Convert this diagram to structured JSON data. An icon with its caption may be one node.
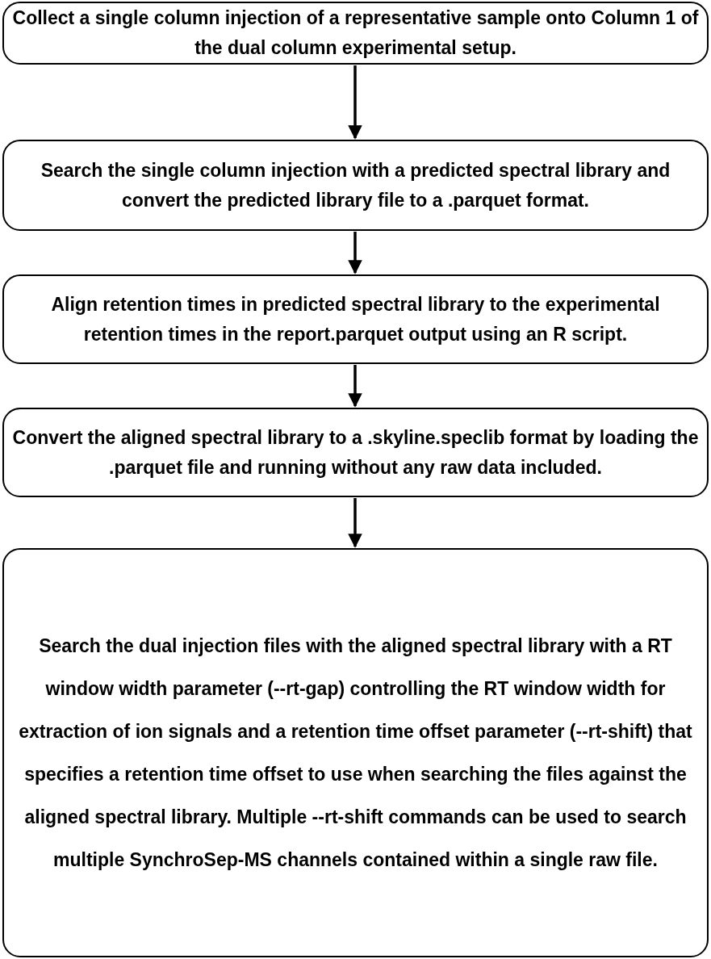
{
  "diagram": {
    "nodes": [
      {
        "text": [
          "Collect a single column injection of a representative sample onto Column 1 of the dual column experimental setup."
        ]
      },
      {
        "text": [
          "Search the single column injection with a predicted spectral library and convert the predicted library file to a .parquet format."
        ]
      },
      {
        "text": [
          "Align retention times in predicted spectral library to the experimental retention times in the report.parquet output using an R script."
        ]
      },
      {
        "text": [
          "Convert the aligned spectral library to a .skyline.speclib format by loading the .parquet file and running without any raw data included."
        ]
      },
      {
        "text": [
          "Search the dual injection files with the aligned spectral library with a RT window width parameter (--rt-gap) controlling the RT window width for extraction of ion signals and a retention time offset parameter (--rt-shift) that specifies a retention time offset to use when searching the files against the aligned spectral library. Multiple --rt-shift commands can be used to search multiple SynchroSep-MS channels contained within a single raw file."
        ]
      }
    ],
    "edges": [
      {
        "from": 0,
        "to": 1,
        "arrow": "to"
      },
      {
        "from": 1,
        "to": 2,
        "arrow": "to"
      },
      {
        "from": 2,
        "to": 3,
        "arrow": "to"
      },
      {
        "from": 3,
        "to": 4,
        "arrow": "to"
      }
    ]
  }
}
